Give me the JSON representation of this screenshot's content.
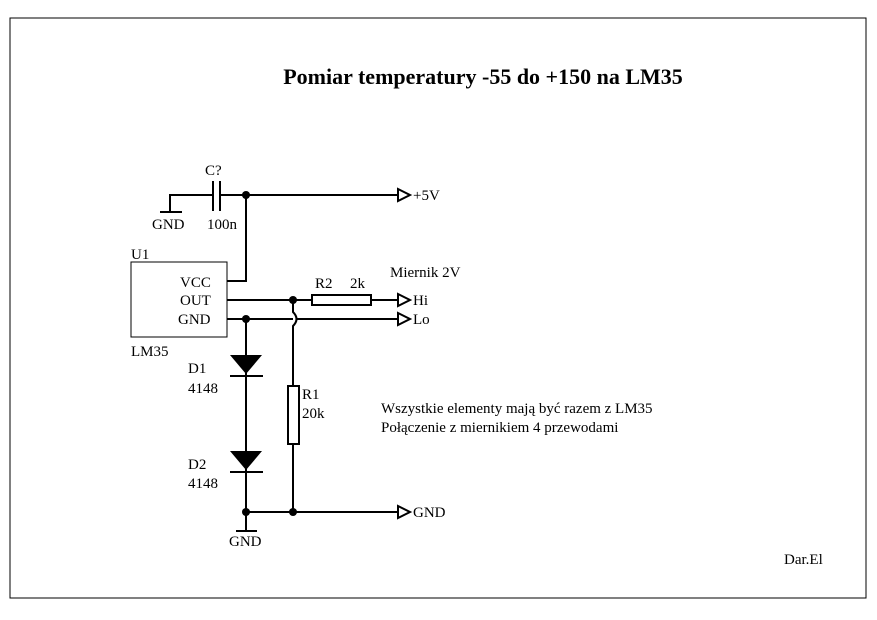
{
  "title": "Pomiar temperatury -55 do +150 na LM35",
  "capacitor": {
    "ref": "C?",
    "value": "100n",
    "gnd_label": "GND"
  },
  "supply": {
    "label": "+5V"
  },
  "u1": {
    "ref": "U1",
    "part": "LM35",
    "pins": [
      "VCC",
      "OUT",
      "GND"
    ]
  },
  "meter": {
    "label": "Miernik 2V",
    "hi": "Hi",
    "lo": "Lo"
  },
  "r2": {
    "ref": "R2",
    "value": "2k"
  },
  "r1": {
    "ref": "R1",
    "value": "20k"
  },
  "d1": {
    "ref": "D1",
    "value": "4148"
  },
  "d2": {
    "ref": "D2",
    "value": "4148"
  },
  "gnd_port": "GND",
  "gnd_symbol": "GND",
  "notes": [
    "Wszystkie elementy mają być razem z LM35",
    "Połączenie z miernikiem 4 przewodami"
  ],
  "author": "Dar.El"
}
